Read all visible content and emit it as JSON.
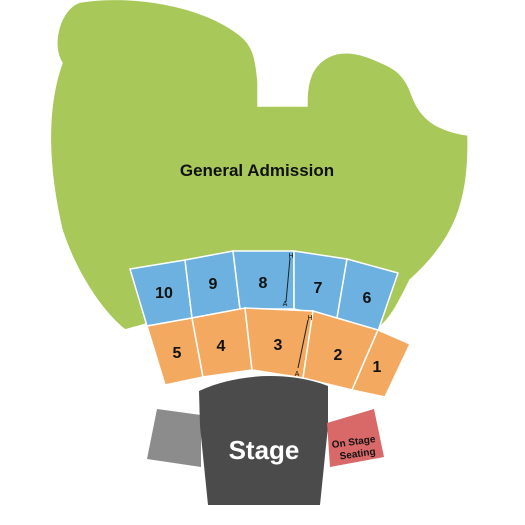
{
  "map": {
    "general_admission": {
      "label": "General Admission",
      "color": "#a8c95a"
    },
    "upper_sections": {
      "color": "#6cb1df",
      "sections": [
        {
          "label": "10"
        },
        {
          "label": "9"
        },
        {
          "label": "8"
        },
        {
          "label": "7"
        },
        {
          "label": "6"
        }
      ],
      "aisle_rows": {
        "top": "H",
        "bottom": "A"
      }
    },
    "lower_sections": {
      "color": "#f4a960",
      "sections": [
        {
          "label": "5"
        },
        {
          "label": "4"
        },
        {
          "label": "3"
        },
        {
          "label": "2"
        },
        {
          "label": "1"
        }
      ],
      "aisle_rows": {
        "top": "H",
        "bottom": "A"
      }
    },
    "stage": {
      "label": "Stage",
      "color": "#4b4b4b"
    },
    "stage_side_left": {
      "color": "#8c8c8c"
    },
    "on_stage_seating": {
      "line1": "On Stage",
      "line2": "Seating",
      "color": "#d96868"
    }
  }
}
